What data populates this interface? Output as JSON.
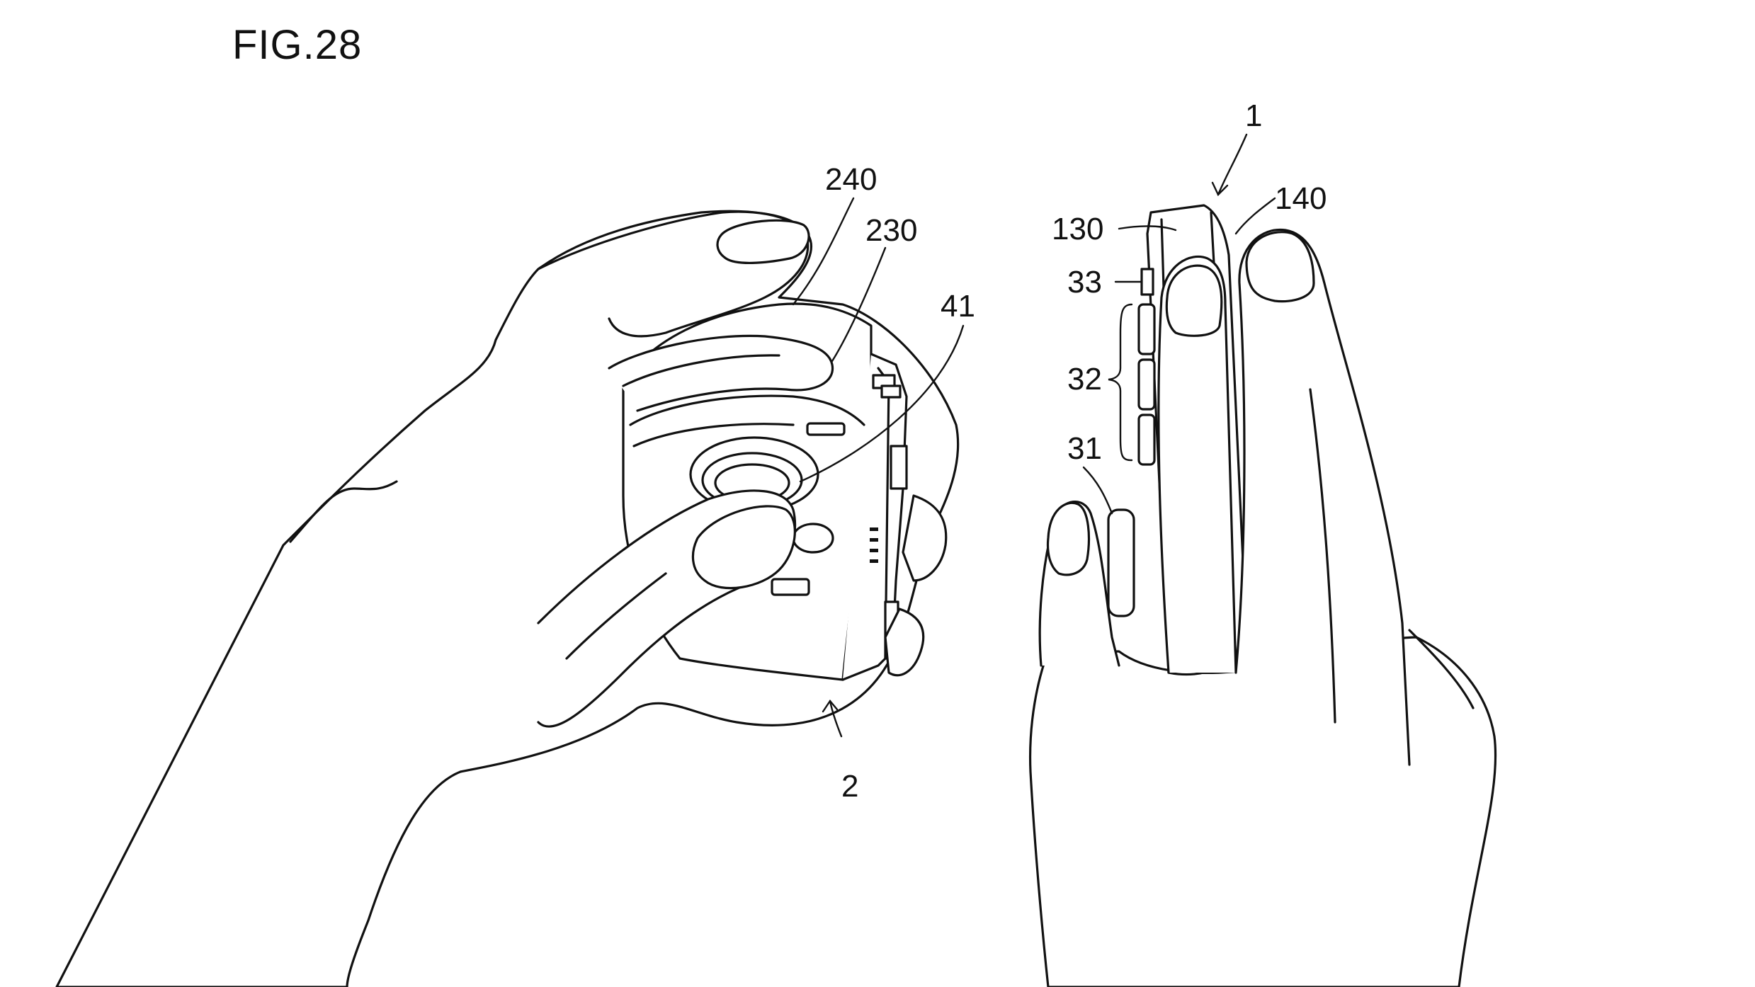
{
  "figure": {
    "title": "FIG.28"
  },
  "labels": {
    "controller_left": "2",
    "controller_right": "1",
    "part_240": "240",
    "part_230": "230",
    "part_41": "41",
    "part_130": "130",
    "part_140": "140",
    "part_33": "33",
    "part_32": "32",
    "part_31": "31"
  },
  "icons": {
    "left_hand": "hand-holding-controller-icon",
    "right_hand": "hand-holding-controller-side-icon"
  }
}
